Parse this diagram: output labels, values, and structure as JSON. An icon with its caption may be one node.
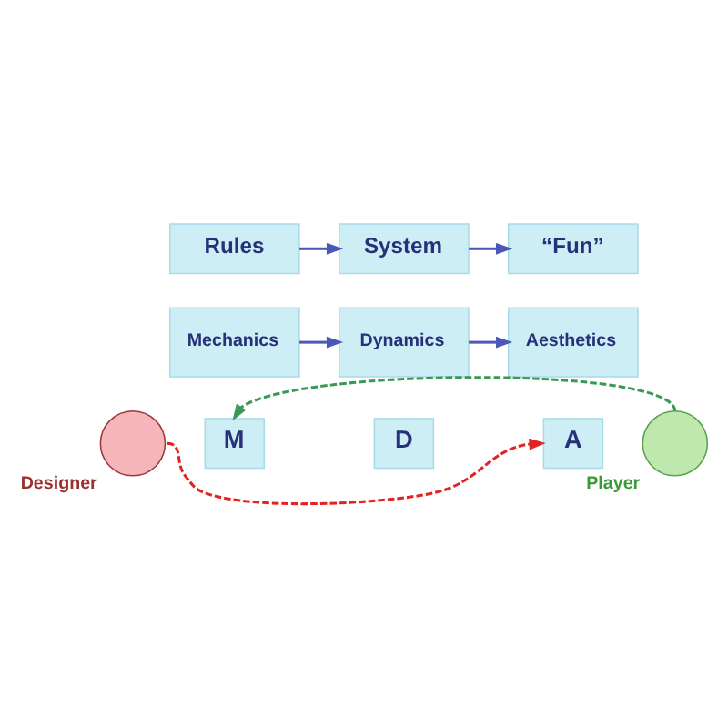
{
  "diagram": {
    "nodes": [
      {
        "text": [
          "Rules"
        ]
      },
      {
        "text": [
          "System"
        ]
      },
      {
        "text": [
          "“Fun”"
        ]
      },
      {
        "text": [
          "Mechanics"
        ]
      },
      {
        "text": [
          "Dynamics"
        ]
      },
      {
        "text": [
          "Aesthetics"
        ]
      },
      {
        "text": [
          "Designer"
        ]
      },
      {
        "text": [
          "M"
        ]
      },
      {
        "text": [
          "D"
        ]
      },
      {
        "text": [
          "A"
        ]
      },
      {
        "text": [
          "Player"
        ]
      }
    ],
    "edges": [
      {
        "from": 0,
        "to": 1,
        "arrow": "to"
      },
      {
        "from": 1,
        "to": 2,
        "arrow": "to"
      },
      {
        "from": 3,
        "to": 4,
        "arrow": "to"
      },
      {
        "from": 4,
        "to": 5,
        "arrow": "to"
      },
      {
        "from": 6,
        "to": 9,
        "arrow": "to",
        "style": "dashed",
        "color": "#e52222"
      },
      {
        "from": 10,
        "to": 7,
        "arrow": "to",
        "style": "dashed",
        "color": "#3a9a55"
      }
    ]
  }
}
